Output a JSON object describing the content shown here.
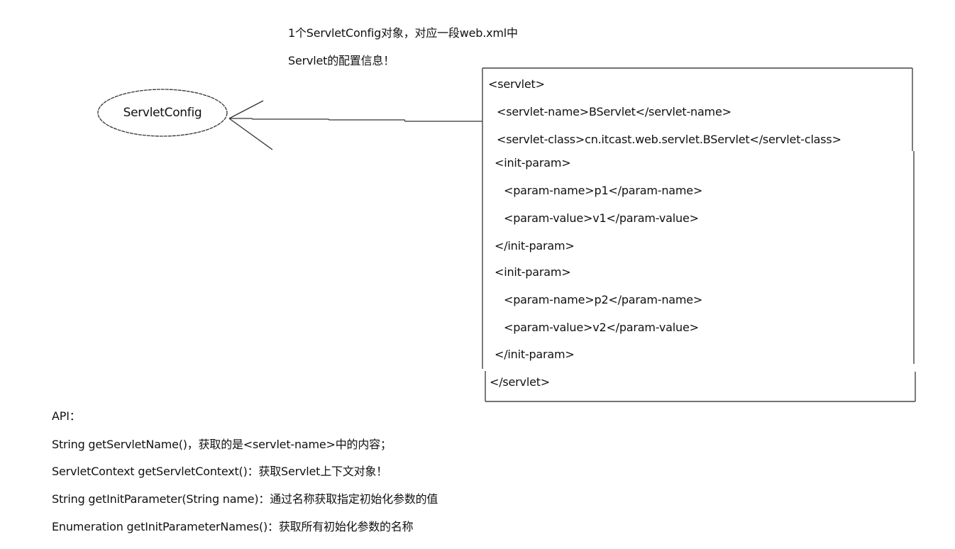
{
  "caption": {
    "line1": "1个ServletConfig对象，对应一段web.xml中",
    "line2": "Servlet的配置信息！"
  },
  "diagram": {
    "node_label": "ServletConfig",
    "colors": {
      "stroke": "#333333",
      "text": "#111111",
      "background": "#ffffff"
    }
  },
  "xml_box": {
    "lines": [
      {
        "text": "<servlet>",
        "indent": 0
      },
      {
        "text": "<servlet-name>BServlet</servlet-name>",
        "indent": 1
      },
      {
        "text": "<servlet-class>cn.itcast.web.servlet.BServlet</servlet-class>",
        "indent": 1
      },
      {
        "text": "<init-param>",
        "indent": 1
      },
      {
        "text": "<param-name>p1</param-name>",
        "indent": 2
      },
      {
        "text": "<param-value>v1</param-value>",
        "indent": 2
      },
      {
        "text": "</init-param>",
        "indent": 1
      },
      {
        "text": "<init-param>",
        "indent": 1
      },
      {
        "text": "<param-name>p2</param-name>",
        "indent": 2
      },
      {
        "text": "<param-value>v2</param-value>",
        "indent": 2
      },
      {
        "text": "</init-param>",
        "indent": 1
      },
      {
        "text": "</servlet>",
        "indent": 0
      }
    ]
  },
  "api": {
    "heading": "API：",
    "methods": [
      "String getServletName()，获取的是<servlet-name>中的内容；",
      "ServletContext getServletContext()：获取Servlet上下文对象！",
      "String getInitParameter(String name)：通过名称获取指定初始化参数的值",
      "Enumeration getInitParameterNames()：获取所有初始化参数的名称"
    ]
  }
}
